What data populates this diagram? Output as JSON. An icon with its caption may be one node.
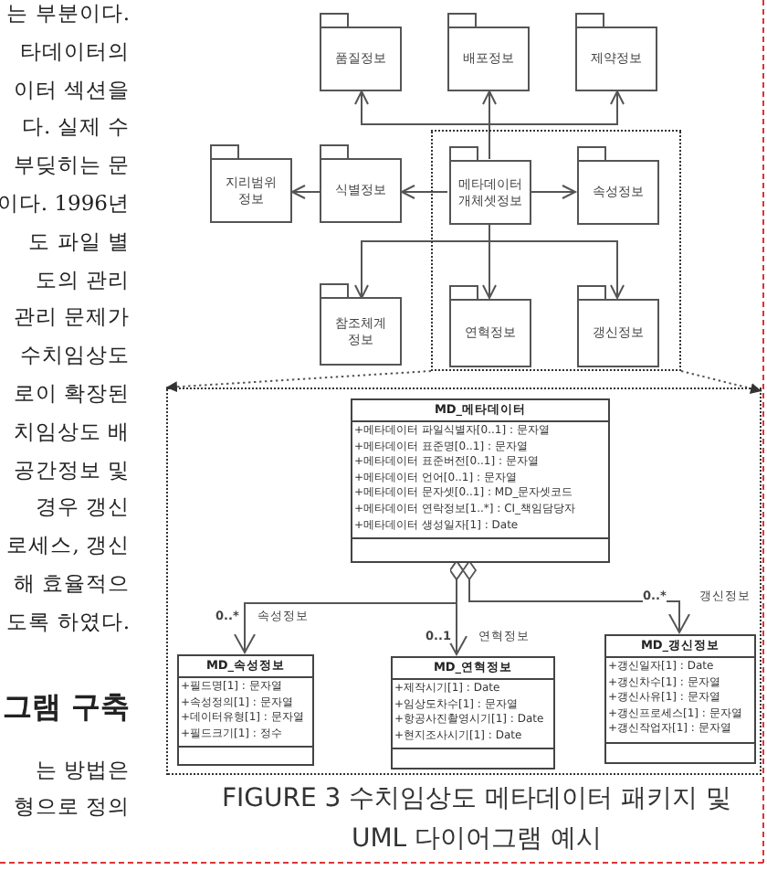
{
  "diagram": {
    "caption": "FIGURE 3 수치임상도 메타데이터 패키지 및 UML 다이어그램 예시",
    "nodes": [
      {
        "text": [
          "품질정보"
        ]
      },
      {
        "text": [
          "배포정보"
        ]
      },
      {
        "text": [
          "제약정보"
        ]
      },
      {
        "text": [
          "지리범위 정보"
        ]
      },
      {
        "text": [
          "식별정보"
        ]
      },
      {
        "text": [],
        "shape": "box"
      },
      {
        "text": [
          "메타데이터 개체셋정보"
        ],
        "in": 5
      },
      {
        "text": [
          "속성정보"
        ],
        "in": 5
      },
      {
        "text": [
          "참조체계 정보"
        ]
      },
      {
        "text": [
          "연혁정보"
        ],
        "in": 5
      },
      {
        "text": [
          "갱신정보"
        ],
        "in": 5
      },
      {
        "text": [],
        "shape": "box"
      },
      {
        "text": [
          "MD_메타데이터",
          "+메타데이터 파일식별자[0..1] : 문자열",
          "+메타데이터 표준명[0..1] : 문자열",
          "+메타데이터 표준버전[0..1] : 문자열",
          "+메타데이터 언어[0..1] : 문자열",
          "+메타데이터 문자셋[0..1] : MD_문자셋코드",
          "+메타데이터 연락정보[1..*] : CI_책임담당자",
          "+메타데이터 생성일자[1] : Date"
        ],
        "in": 11
      },
      {
        "text": [
          "MD_속성정보",
          "+필드명[1] : 문자열",
          "+속성정의[1] : 문자열",
          "+데이터유형[1] : 문자열",
          "+필드크기[1] : 정수"
        ],
        "in": 11
      },
      {
        "text": [
          "MD_연혁정보",
          "+제작시기[1] : Date",
          "+임상도차수[1] : 문자열",
          "+항공사진촬영시기[1] : Date",
          "+현지조사시기[1] : Date"
        ],
        "in": 11
      },
      {
        "text": [
          "MD_갱신정보",
          "+갱신일자[1] : Date",
          "+갱신차수[1] : 문자열",
          "+갱신사유[1] : 문자열",
          "+갱신프로세스[1] : 문자열",
          "+갱신작업자[1] : 문자열"
        ],
        "in": 11
      }
    ],
    "edges": [
      {
        "from": 6,
        "to": 4,
        "arrow": "to"
      },
      {
        "from": 4,
        "to": 3,
        "arrow": "to"
      },
      {
        "from": 6,
        "to": 7,
        "arrow": "to"
      },
      {
        "from": 6,
        "to": 1,
        "arrow": "to"
      },
      {
        "from": 6,
        "to": 2,
        "arrow": "to"
      },
      {
        "from": 6,
        "to": 0,
        "arrow": "to"
      },
      {
        "from": 6,
        "to": 9,
        "arrow": "to"
      },
      {
        "from": 6,
        "to": 10,
        "arrow": "to"
      },
      {
        "from": 6,
        "to": 8,
        "arrow": "to"
      },
      {
        "from": 5,
        "to": 11,
        "arrow": "to",
        "style": "dashed"
      },
      {
        "from": 5,
        "to": 11,
        "arrow": "to",
        "style": "dashed"
      },
      {
        "from": 12,
        "to": 13,
        "arrow": "to",
        "label": "속성정보"
      },
      {
        "from": 12,
        "to": 14,
        "arrow": "to",
        "label": "연혁정보"
      },
      {
        "from": 12,
        "to": 15,
        "arrow": "to",
        "label": "갱신정보"
      }
    ],
    "labels": [
      "는 부분이다.",
      "타데이터의",
      "이터 섹션을",
      "다. 실제 수",
      "부딪히는 문",
      "이다. 1996년",
      "도 파일 별",
      "도의 관리",
      "관리 문제가",
      "수치임상도",
      "로이 확장된",
      "치임상도 배",
      "공간정보 및",
      "경우 갱신",
      "로세스, 갱신",
      "해 효율적으",
      "도록 하였다.",
      "그램 구축",
      "는 방법은",
      "형으로 정의",
      "0..*",
      "0..1",
      "0..*"
    ]
  }
}
